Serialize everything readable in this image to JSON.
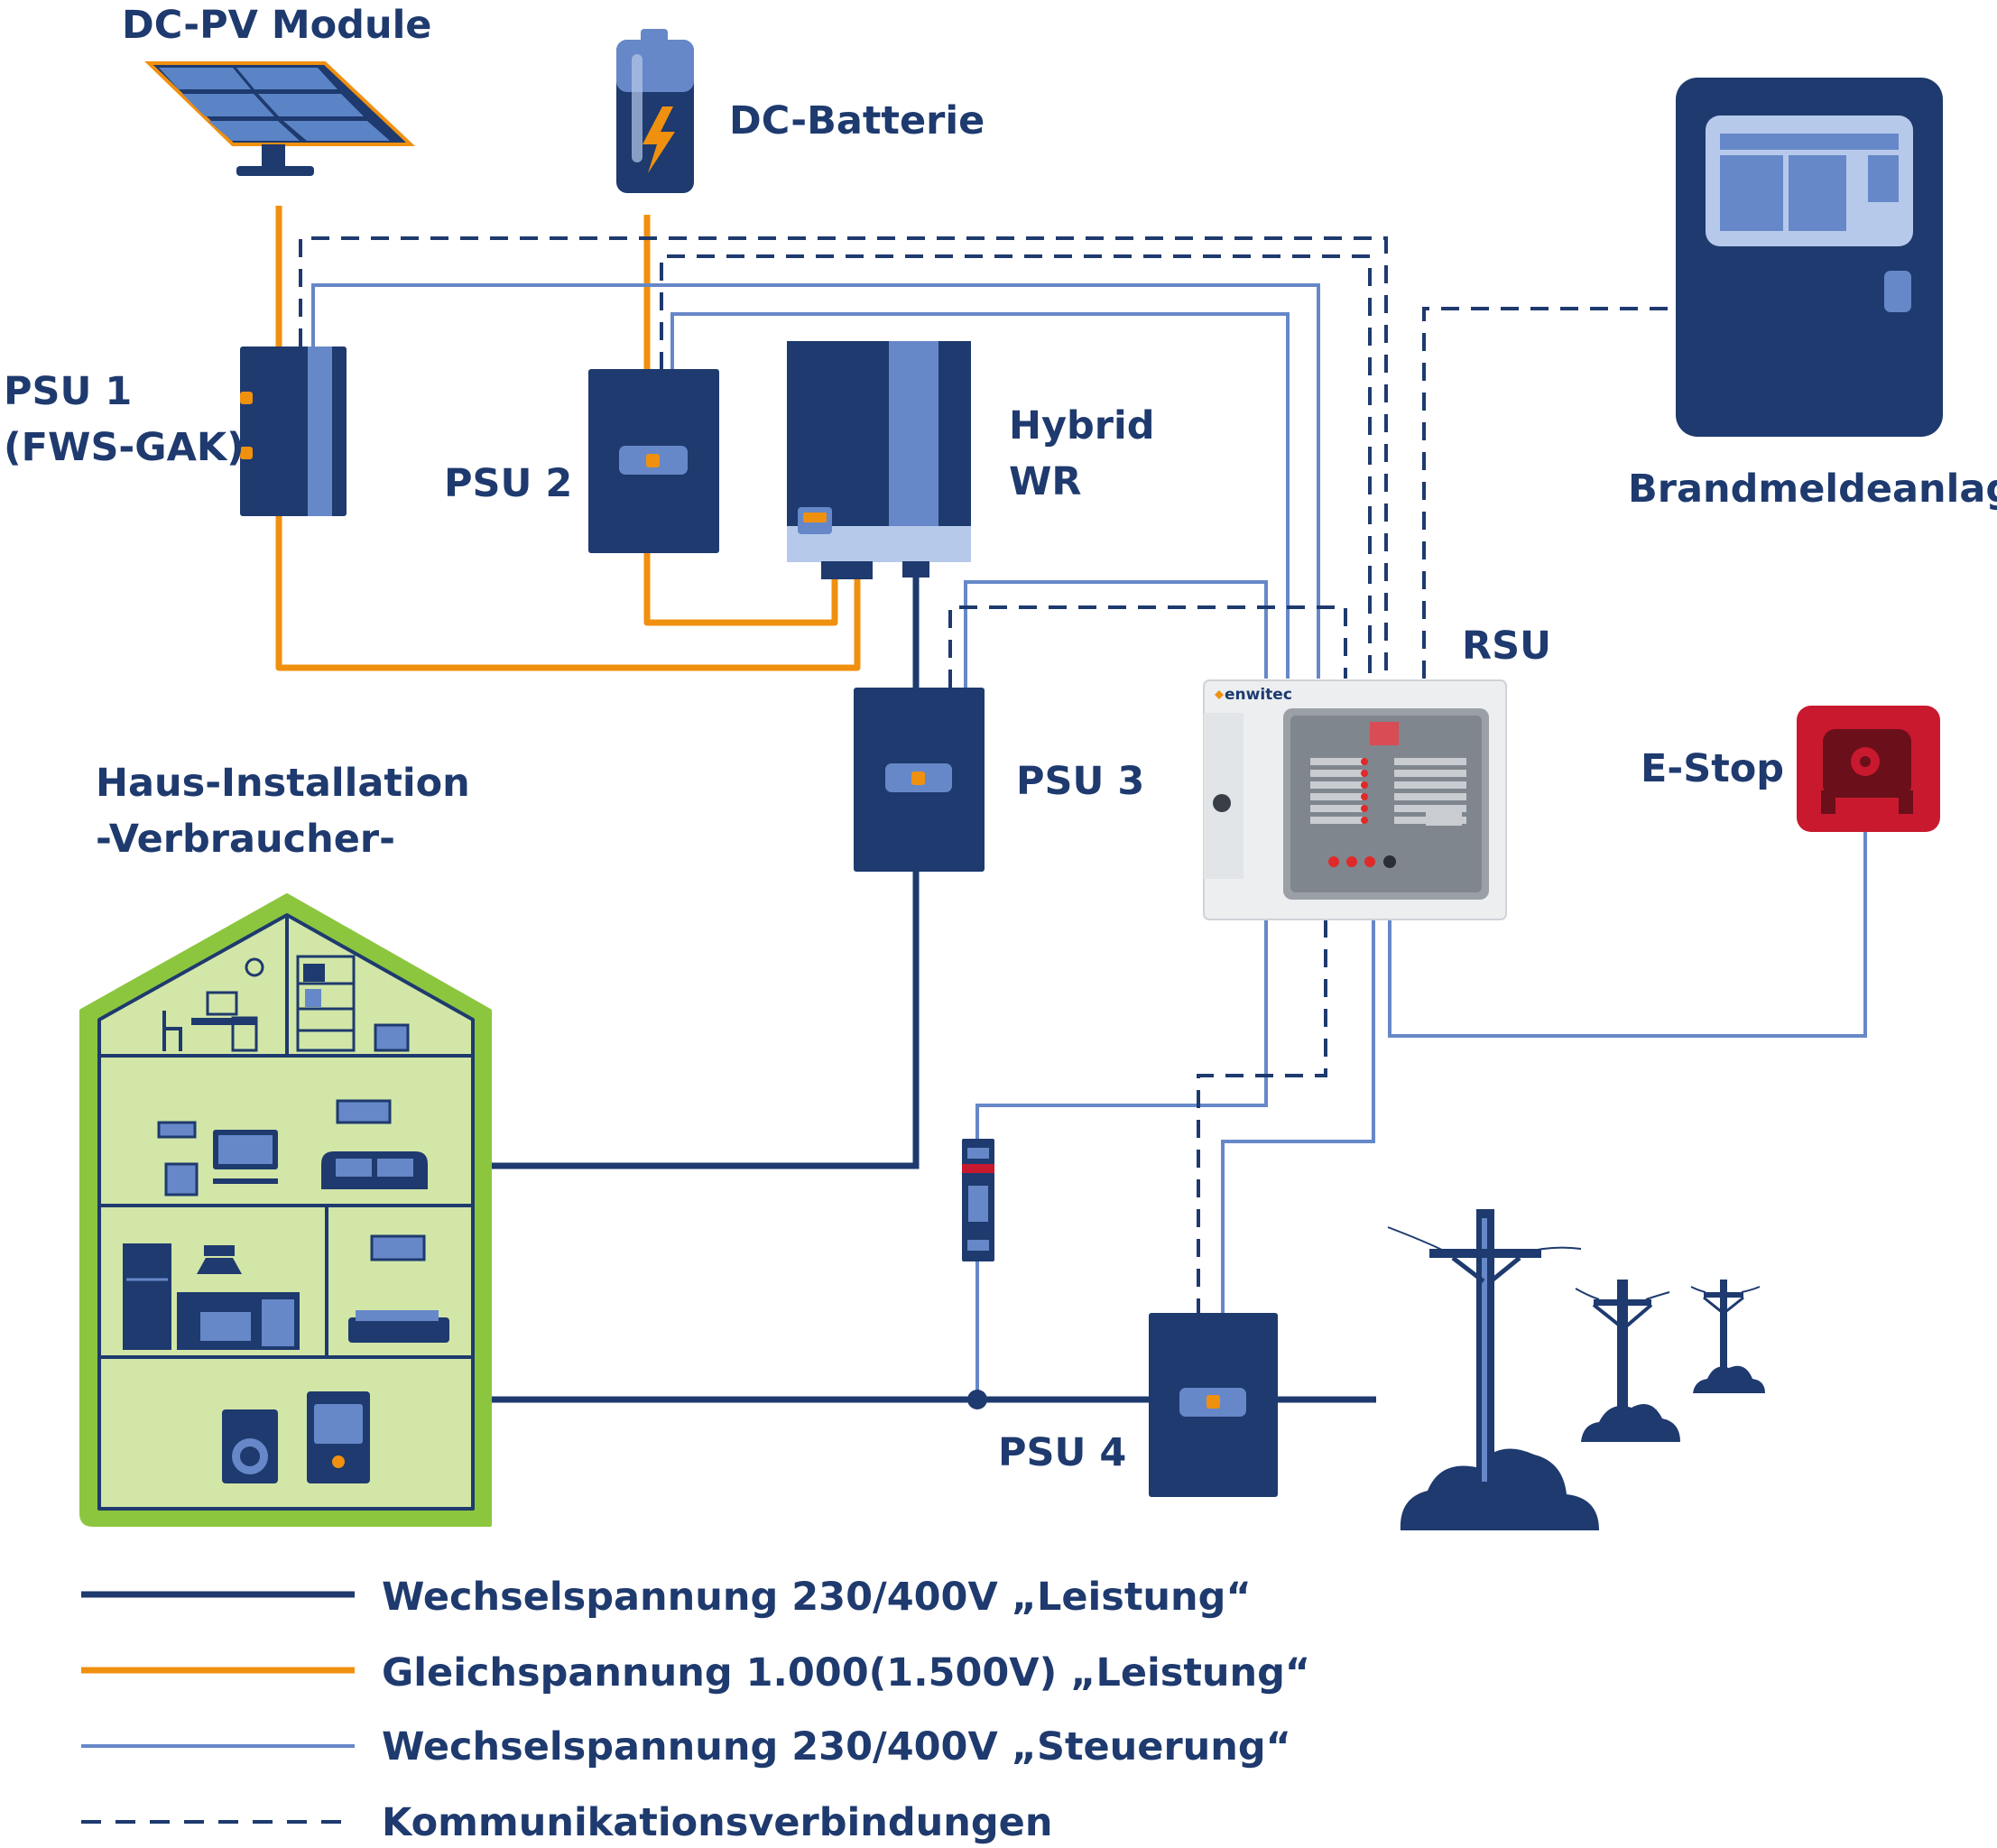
{
  "colors": {
    "navy": "#1e3a6e",
    "orange": "#f0900f",
    "steel": "#6688c8",
    "light_blue": "#b7c9ea",
    "green": "#8cc63f",
    "light_green": "#d2e6a8",
    "red": "#c8192f"
  },
  "labels": {
    "pv": "DC-PV Module",
    "battery": "DC-Batterie",
    "psu1_line1": "PSU 1",
    "psu1_line2": "(FWS-GAK)",
    "psu2": "PSU 2",
    "hybrid_line1": "Hybrid",
    "hybrid_line2": "WR",
    "fire_alarm": "Brandmeldeanlage",
    "rsu": "RSU",
    "psu3": "PSU 3",
    "estop": "E-Stop",
    "house_line1": "Haus-Installation",
    "house_line2": "-Verbraucher-",
    "psu4": "PSU 4",
    "rsu_brand": "enwitec"
  },
  "legend": [
    {
      "label": "Wechselspannung 230/400V „Leistung“",
      "style": "ac-power",
      "color": "#1e3a6e"
    },
    {
      "label": "Gleichspannung 1.000(1.500V) „Leistung“",
      "style": "dc-power",
      "color": "#f0900f"
    },
    {
      "label": "Wechselspannung 230/400V „Steuerung“",
      "style": "ac-control",
      "color": "#6688c8"
    },
    {
      "label": "Kommunikationsverbindungen",
      "style": "communication",
      "color": "#1e3a6e"
    }
  ],
  "icons": [
    "solar-panel-icon",
    "battery-icon",
    "inverter-icon",
    "fire-alarm-panel-icon",
    "rsu-panel-icon",
    "emergency-stop-icon",
    "house-icon",
    "power-pole-icon",
    "surge-protector-icon"
  ]
}
